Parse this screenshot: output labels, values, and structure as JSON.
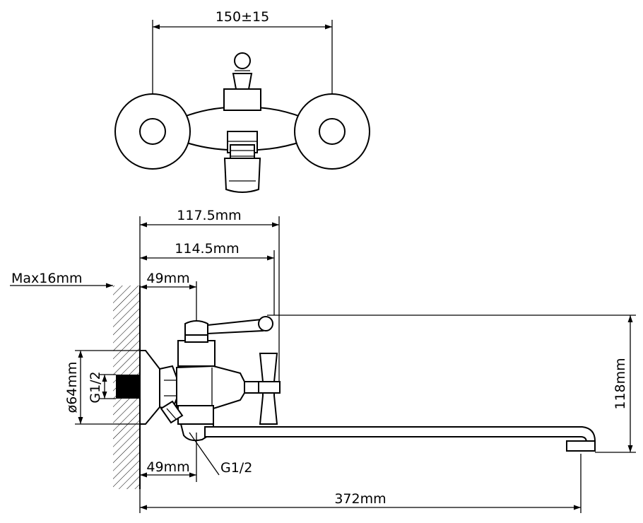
{
  "top_view": {
    "spacing_label": "150±15"
  },
  "side_view": {
    "wall_thickness_label": "Max16mm",
    "depth_outer_label": "117.5mm",
    "depth_inner_label": "114.5mm",
    "offset_top_label": "49mm",
    "offset_bottom_label": "49mm",
    "flange_diameter_label": "ø64mm",
    "thread_left_label": "G1/2",
    "thread_outlet_label": "G1/2",
    "height_label": "118mm",
    "spout_length_label": "372mm"
  }
}
